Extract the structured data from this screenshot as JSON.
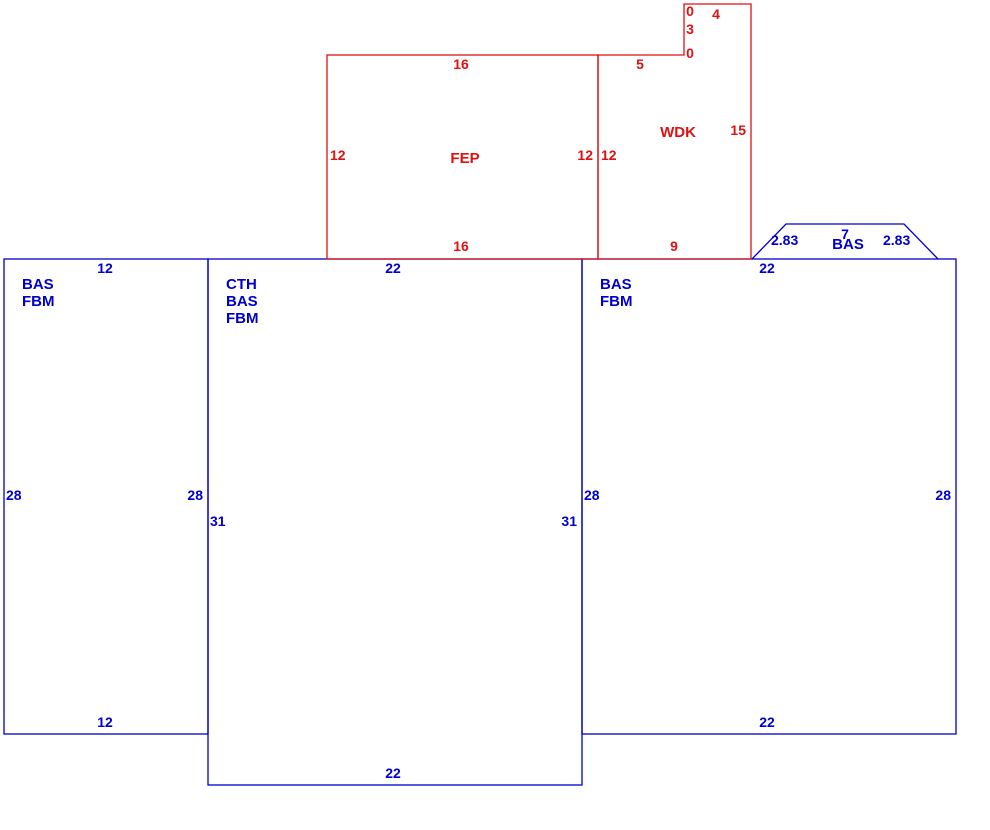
{
  "colors": {
    "basement_and_living": "#0000cc",
    "porch_and_deck": "#dd1111"
  },
  "areas": {
    "left_bas": {
      "codes": [
        "BAS",
        "FBM"
      ],
      "dims": {
        "top": "12",
        "bottom": "12",
        "left": "28",
        "right": "28"
      }
    },
    "center_cth": {
      "codes": [
        "CTH",
        "BAS",
        "FBM"
      ],
      "dims": {
        "top": "22",
        "bottom": "22",
        "left": "31",
        "right": "31"
      }
    },
    "right_bas": {
      "codes": [
        "BAS",
        "FBM"
      ],
      "dims": {
        "top": "22",
        "bottom": "22",
        "left": "28",
        "right": "28"
      }
    },
    "bay_bas": {
      "code": "BAS",
      "dims": {
        "left_slant": "2.83",
        "top": "7",
        "right_slant": "2.83"
      }
    },
    "fep": {
      "code": "FEP",
      "dims": {
        "top": "16",
        "bottom": "16",
        "left": "12",
        "right": "12"
      }
    },
    "wdk": {
      "code": "WDK",
      "dims": {
        "left": "12",
        "bottom": "9",
        "right": "15",
        "step_top": "5",
        "jog_0a": "0",
        "jog_3": "3",
        "jog_0b": "0",
        "top": "4"
      }
    }
  }
}
